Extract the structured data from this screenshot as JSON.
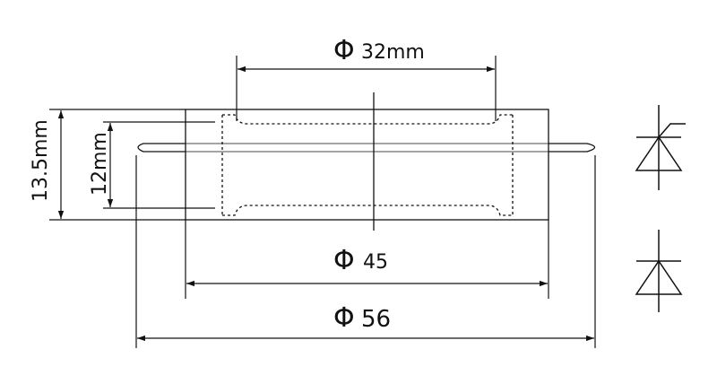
{
  "dimensions": {
    "inner_diameter": {
      "symbol": "Φ",
      "value": "32mm"
    },
    "middle_diameter": {
      "symbol": "Φ",
      "value": "45"
    },
    "outer_diameter": {
      "symbol": "Φ",
      "value": "56"
    },
    "total_height": "13.5mm",
    "inner_height": "12mm"
  },
  "symbols": [
    {
      "name": "thyristor",
      "icon": "thyristor-symbol"
    },
    {
      "name": "diode",
      "icon": "diode-symbol"
    }
  ],
  "colors": {
    "line": "#111111",
    "background": "#ffffff"
  }
}
